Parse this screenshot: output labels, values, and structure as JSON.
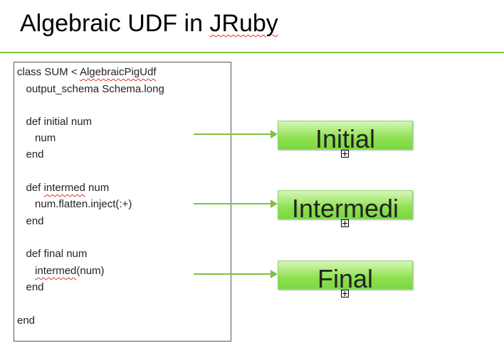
{
  "title": {
    "text": "Algebraic UDF in ",
    "underlined": "JRuby"
  },
  "code": [
    {
      "pre": "class SUM < ",
      "sq": "AlgebraicPigUdf",
      "post": ""
    },
    {
      "pre": "   output_schema Schema.long",
      "sq": "",
      "post": ""
    },
    {
      "pre": "   def initial num",
      "sq": "",
      "post": ""
    },
    {
      "pre": "      num",
      "sq": "",
      "post": ""
    },
    {
      "pre": "   end",
      "sq": "",
      "post": ""
    },
    {
      "pre": "   def ",
      "sq": "intermed",
      "post": " num"
    },
    {
      "pre": "      num.flatten.inject(:+)",
      "sq": "",
      "post": ""
    },
    {
      "pre": "   end",
      "sq": "",
      "post": ""
    },
    {
      "pre": "   def final num",
      "sq": "",
      "post": ""
    },
    {
      "pre": "      ",
      "sq": "intermed",
      "post": "(num)"
    },
    {
      "pre": "   end",
      "sq": "",
      "post": ""
    },
    {
      "pre": "end",
      "sq": "",
      "post": ""
    }
  ],
  "boxes": [
    "Initial",
    "Intermedi",
    "Final"
  ],
  "colors": {
    "accent": "#7cc142"
  }
}
